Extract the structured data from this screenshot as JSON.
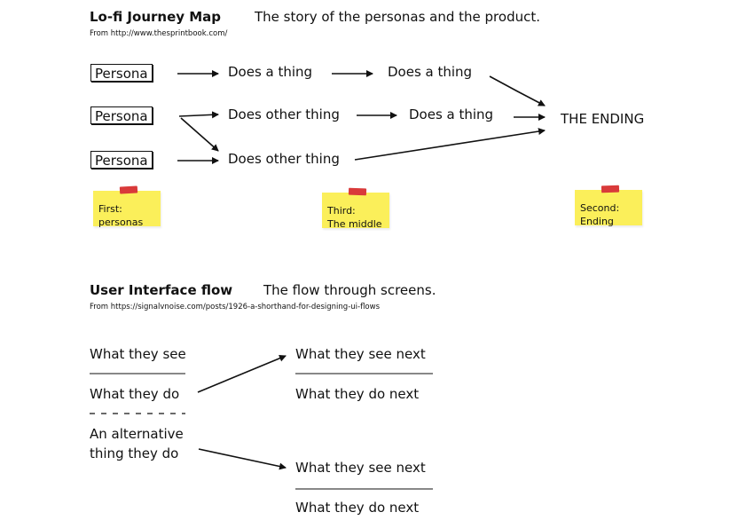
{
  "journey": {
    "title": "Lo-fi Journey Map",
    "subtitle": "The story of the personas and the product.",
    "source": "From http://www.thesprintbook.com/",
    "personas": [
      "Persona",
      "Persona",
      "Persona"
    ],
    "row1": [
      "Does a thing",
      "Does a thing"
    ],
    "row2": [
      "Does other thing",
      "Does a thing"
    ],
    "row3": [
      "Does other thing"
    ],
    "ending": "THE ENDING",
    "notes": [
      {
        "line1": "First:",
        "line2": "personas"
      },
      {
        "line1": "Third:",
        "line2": "The middle"
      },
      {
        "line1": "Second:",
        "line2": "Ending"
      }
    ]
  },
  "ui_flow": {
    "title": "User Interface flow",
    "subtitle": "The flow through screens.",
    "source": "From https://signalvnoise.com/posts/1926-a-shorthand-for-designing-ui-flows",
    "left": {
      "see": "What they see",
      "do": "What they do",
      "alt_line1": "An alternative",
      "alt_line2": "thing they do"
    },
    "right_top": {
      "see": "What they see next",
      "do": "What they do next"
    },
    "right_bottom": {
      "see": "What they see next",
      "do": "What they do next"
    }
  },
  "colors": {
    "sticky": "#fbef5a",
    "tape": "#d93a3a",
    "ink": "#111111"
  }
}
